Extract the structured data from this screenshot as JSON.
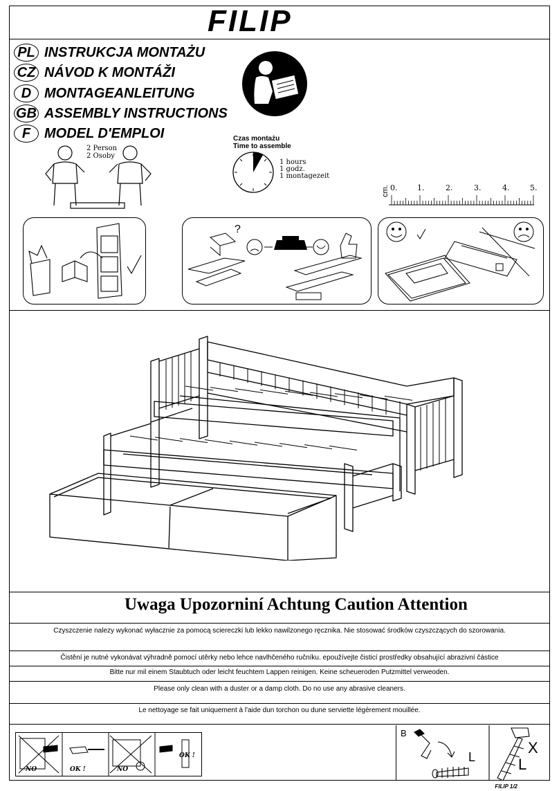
{
  "brand": "FILIP",
  "languages": [
    {
      "code": "PL",
      "title": "INSTRUKCJA MONTAŻU"
    },
    {
      "code": "CZ",
      "title": "NÁVOD K MONTÁŽI"
    },
    {
      "code": "D",
      "title": "MONTAGEANLEITUNG"
    },
    {
      "code": "GB",
      "title": "ASSEMBLY INSTRUCTIONS"
    },
    {
      "code": "F",
      "title": "MODEL D'EMPLOI"
    }
  ],
  "people": {
    "line1": "2 Person",
    "line2": "2 Osoby"
  },
  "time": {
    "label_pl": "Czas montażu",
    "label_en": "Time to assemble",
    "line1": "1 hours",
    "line2": "1 godz.",
    "line3": "1 montagezeit"
  },
  "ruler": {
    "unit": "cm.",
    "ticks": [
      "0.",
      "1.",
      "2.",
      "3.",
      "4.",
      "5."
    ]
  },
  "panels": {
    "question": "?"
  },
  "caution_title": "Uwaga  Upozorniní Achtung  Caution  Attention",
  "notes": [
    "Czyszczenie nalezy wykonać wyłacznie za pomocą sciereczki lub lekko nawilzonego ręcznika. Nie stosować środków czyszczących do szorowania.",
    "Čistění je nutné vykonávat výhradně pomocí utěrky nebo lehce navlhčeného ručníku.  epoužívejte čisticí prostředky obsahující abrazivní částice",
    "Bitte nur mil einem Staubtuch oder leicht feuchtem Lappen reinigen. Keine scheueroden Putzmittel verweoden.",
    "Please only clean with a duster or a damp cloth. Do no use any abrasive cleaners.",
    "Le nettoyage se fait uniquement à l'aide dun torchon ou dune serviette légèrement mouillée."
  ],
  "tools": {
    "no1": "NO",
    "ok1": "OK !",
    "no2": "NO",
    "ok2": "OK !"
  },
  "hardware": {
    "b": "B",
    "l1": "L",
    "x": "X",
    "l2": "L"
  },
  "footer": "FILIP   1/2"
}
